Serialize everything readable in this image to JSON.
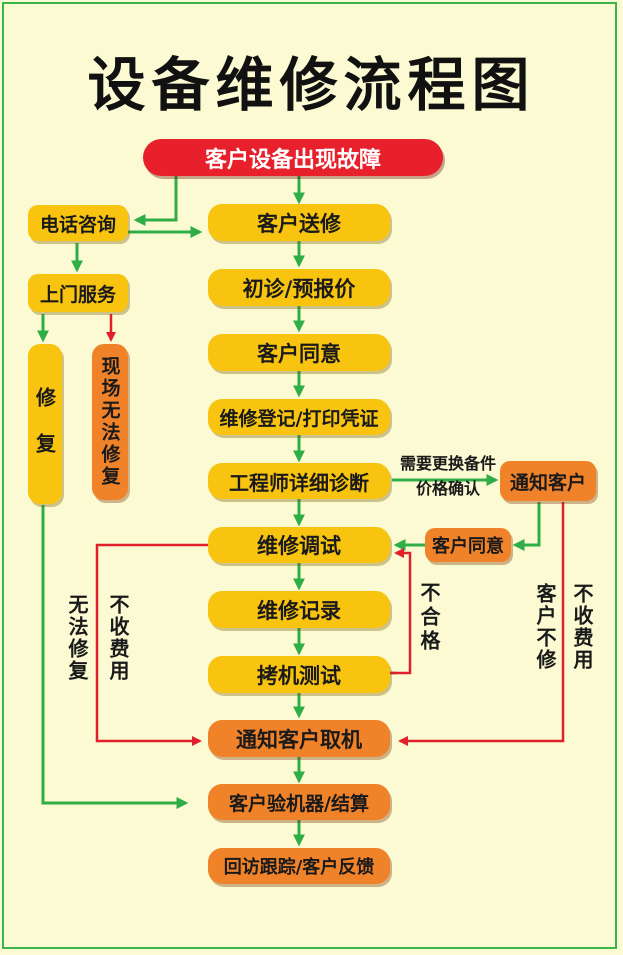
{
  "title": "设备维修流程图",
  "nodes": {
    "fault": "客户设备出现故障",
    "phone": "电话咨询",
    "send": "客户送修",
    "onsite": "上门服务",
    "diagnose_quote": "初诊/预报价",
    "agree1": "客户同意",
    "repair_left": "修复",
    "unable_onsite": "现场无法修复",
    "register": "维修登记/打印凭证",
    "engineer": "工程师详细诊断",
    "notify": "通知客户",
    "debug": "维修调试",
    "agree2": "客户同意",
    "record": "维修记录",
    "test": "拷机测试",
    "pickup": "通知客户取机",
    "check": "客户验机器/结算",
    "followup": "回访跟踪/客户反馈"
  },
  "labels": {
    "parts_line1": "需要更换备件",
    "parts_line2": "价格确认",
    "fail": "不合格",
    "unable_repair": "无法修复",
    "no_charge_left": "不收费用",
    "no_repair": "客户不修",
    "no_charge_right": "不收费用"
  },
  "colors": {
    "background": "#fbfad2",
    "border": "#3cb44a",
    "yellow_box": "#f8c40f",
    "orange_box": "#f0822a",
    "red_box": "#e8202c",
    "green_arrow": "#2fae48",
    "red_arrow": "#e0202a"
  }
}
